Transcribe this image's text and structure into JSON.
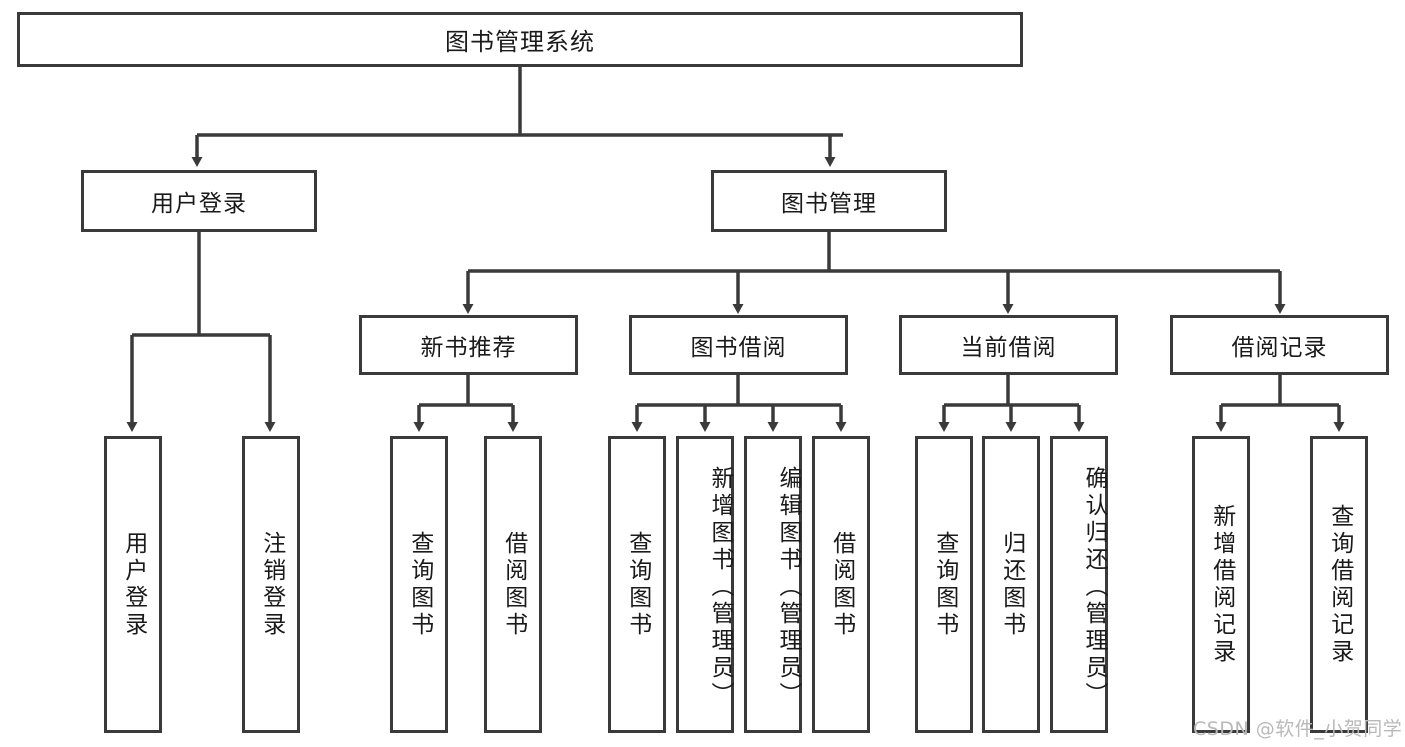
{
  "diagram": {
    "title": "图书管理系统",
    "type": "hierarchy-tree",
    "root": {
      "label": "图书管理系统"
    },
    "level2": [
      {
        "label": "用户登录"
      },
      {
        "label": "图书管理"
      }
    ],
    "level3": [
      {
        "label": "新书推荐"
      },
      {
        "label": "图书借阅"
      },
      {
        "label": "当前借阅"
      },
      {
        "label": "借阅记录"
      }
    ],
    "leaves": {
      "user_login": [
        {
          "label": "用户登录"
        },
        {
          "label": "注销登录"
        }
      ],
      "new_book_recommend": [
        {
          "label": "查询图书"
        },
        {
          "label": "借阅图书"
        }
      ],
      "book_borrow": [
        {
          "label": "查询图书"
        },
        {
          "label": "新增图书（管理员）"
        },
        {
          "label": "编辑图书（管理员）"
        },
        {
          "label": "借阅图书"
        }
      ],
      "current_borrow": [
        {
          "label": "查询图书"
        },
        {
          "label": "归还图书"
        },
        {
          "label": "确认归还（管理员）"
        }
      ],
      "borrow_record": [
        {
          "label": "新增借阅记录"
        },
        {
          "label": "查询借阅记录"
        }
      ]
    }
  },
  "watermark": {
    "text": "CSDN @软件_小贺同学"
  },
  "colors": {
    "stroke": "#3a3a3a",
    "background": "#ffffff",
    "text": "#1a1a1a",
    "watermark": "#b9b9b9"
  }
}
